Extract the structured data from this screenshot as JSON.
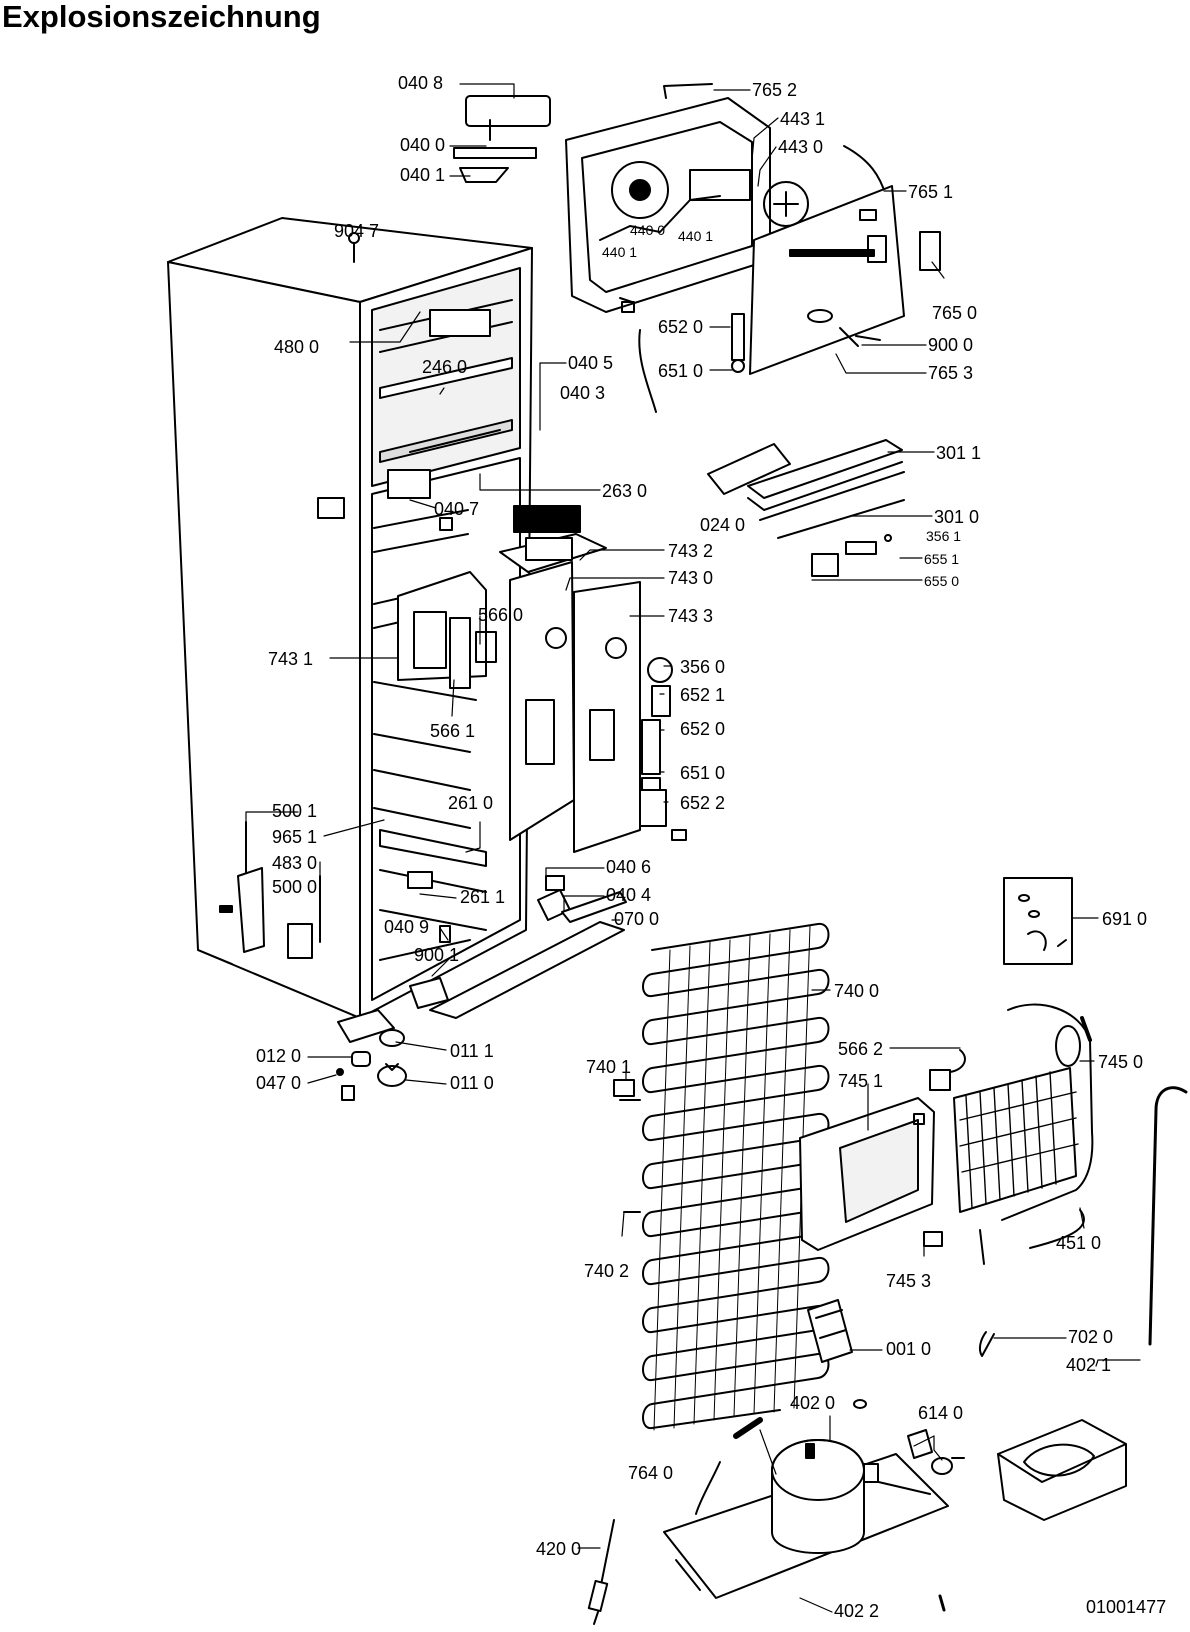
{
  "title": "Explosionszeichnung",
  "document_number": "01001477",
  "parts": [
    {
      "id": "p0408",
      "label": "040 8"
    },
    {
      "id": "p0400",
      "label": "040 0"
    },
    {
      "id": "p0401",
      "label": "040 1"
    },
    {
      "id": "p7652",
      "label": "765 2"
    },
    {
      "id": "p4431",
      "label": "443 1"
    },
    {
      "id": "p4430",
      "label": "443 0"
    },
    {
      "id": "p7651",
      "label": "765 1"
    },
    {
      "id": "p4400a",
      "label": "440 0"
    },
    {
      "id": "p4401a",
      "label": "440 1"
    },
    {
      "id": "p4401b",
      "label": "440 1"
    },
    {
      "id": "p9047",
      "label": "904 7"
    },
    {
      "id": "p7650",
      "label": "765 0"
    },
    {
      "id": "p6520a",
      "label": "652 0"
    },
    {
      "id": "p9000",
      "label": "900 0"
    },
    {
      "id": "p4800",
      "label": "480 0"
    },
    {
      "id": "p6510a",
      "label": "651 0"
    },
    {
      "id": "p7653",
      "label": "765 3"
    },
    {
      "id": "p0405",
      "label": "040 5"
    },
    {
      "id": "p2460",
      "label": "246 0"
    },
    {
      "id": "p0403",
      "label": "040 3"
    },
    {
      "id": "p3011",
      "label": "301 1"
    },
    {
      "id": "p2630",
      "label": "263 0"
    },
    {
      "id": "p0407",
      "label": "040 7"
    },
    {
      "id": "p0240",
      "label": "024 0"
    },
    {
      "id": "p3010",
      "label": "301 0"
    },
    {
      "id": "p3561",
      "label": "356 1"
    },
    {
      "id": "p7432",
      "label": "743 2"
    },
    {
      "id": "p6551",
      "label": "655 1"
    },
    {
      "id": "p7430",
      "label": "743 0"
    },
    {
      "id": "p6550",
      "label": "655 0"
    },
    {
      "id": "p5660",
      "label": "566 0"
    },
    {
      "id": "p7433",
      "label": "743 3"
    },
    {
      "id": "p7431",
      "label": "743 1"
    },
    {
      "id": "p3560",
      "label": "356 0"
    },
    {
      "id": "p6521",
      "label": "652 1"
    },
    {
      "id": "p5661",
      "label": "566 1"
    },
    {
      "id": "p6520b",
      "label": "652 0"
    },
    {
      "id": "p6510b",
      "label": "651 0"
    },
    {
      "id": "p5001",
      "label": "500 1"
    },
    {
      "id": "p2610",
      "label": "261 0"
    },
    {
      "id": "p6522",
      "label": "652 2"
    },
    {
      "id": "p9651",
      "label": "965 1"
    },
    {
      "id": "p4830",
      "label": "483 0"
    },
    {
      "id": "p0406",
      "label": "040 6"
    },
    {
      "id": "p5000",
      "label": "500 0"
    },
    {
      "id": "p2611",
      "label": "261 1"
    },
    {
      "id": "p0404",
      "label": "040 4"
    },
    {
      "id": "p0409",
      "label": "040 9"
    },
    {
      "id": "p0700",
      "label": "070 0"
    },
    {
      "id": "p6910",
      "label": "691 0"
    },
    {
      "id": "p9001",
      "label": "900 1"
    },
    {
      "id": "p7400",
      "label": "740 0"
    },
    {
      "id": "p0120",
      "label": "012 0"
    },
    {
      "id": "p0111",
      "label": "011 1"
    },
    {
      "id": "p5662",
      "label": "566 2"
    },
    {
      "id": "p7450",
      "label": "745 0"
    },
    {
      "id": "p7401",
      "label": "740 1"
    },
    {
      "id": "p7451",
      "label": "745 1"
    },
    {
      "id": "p0470",
      "label": "047 0"
    },
    {
      "id": "p0110",
      "label": "011 0"
    },
    {
      "id": "p4510",
      "label": "451 0"
    },
    {
      "id": "p7402",
      "label": "740 2"
    },
    {
      "id": "p7453",
      "label": "745 3"
    },
    {
      "id": "p7020",
      "label": "702 0"
    },
    {
      "id": "p0010",
      "label": "001 0"
    },
    {
      "id": "p4021",
      "label": "402 1"
    },
    {
      "id": "p4020",
      "label": "402 0"
    },
    {
      "id": "p6140",
      "label": "614 0"
    },
    {
      "id": "p7640",
      "label": "764 0"
    },
    {
      "id": "p4200",
      "label": "420 0"
    },
    {
      "id": "p4022",
      "label": "402 2"
    }
  ]
}
